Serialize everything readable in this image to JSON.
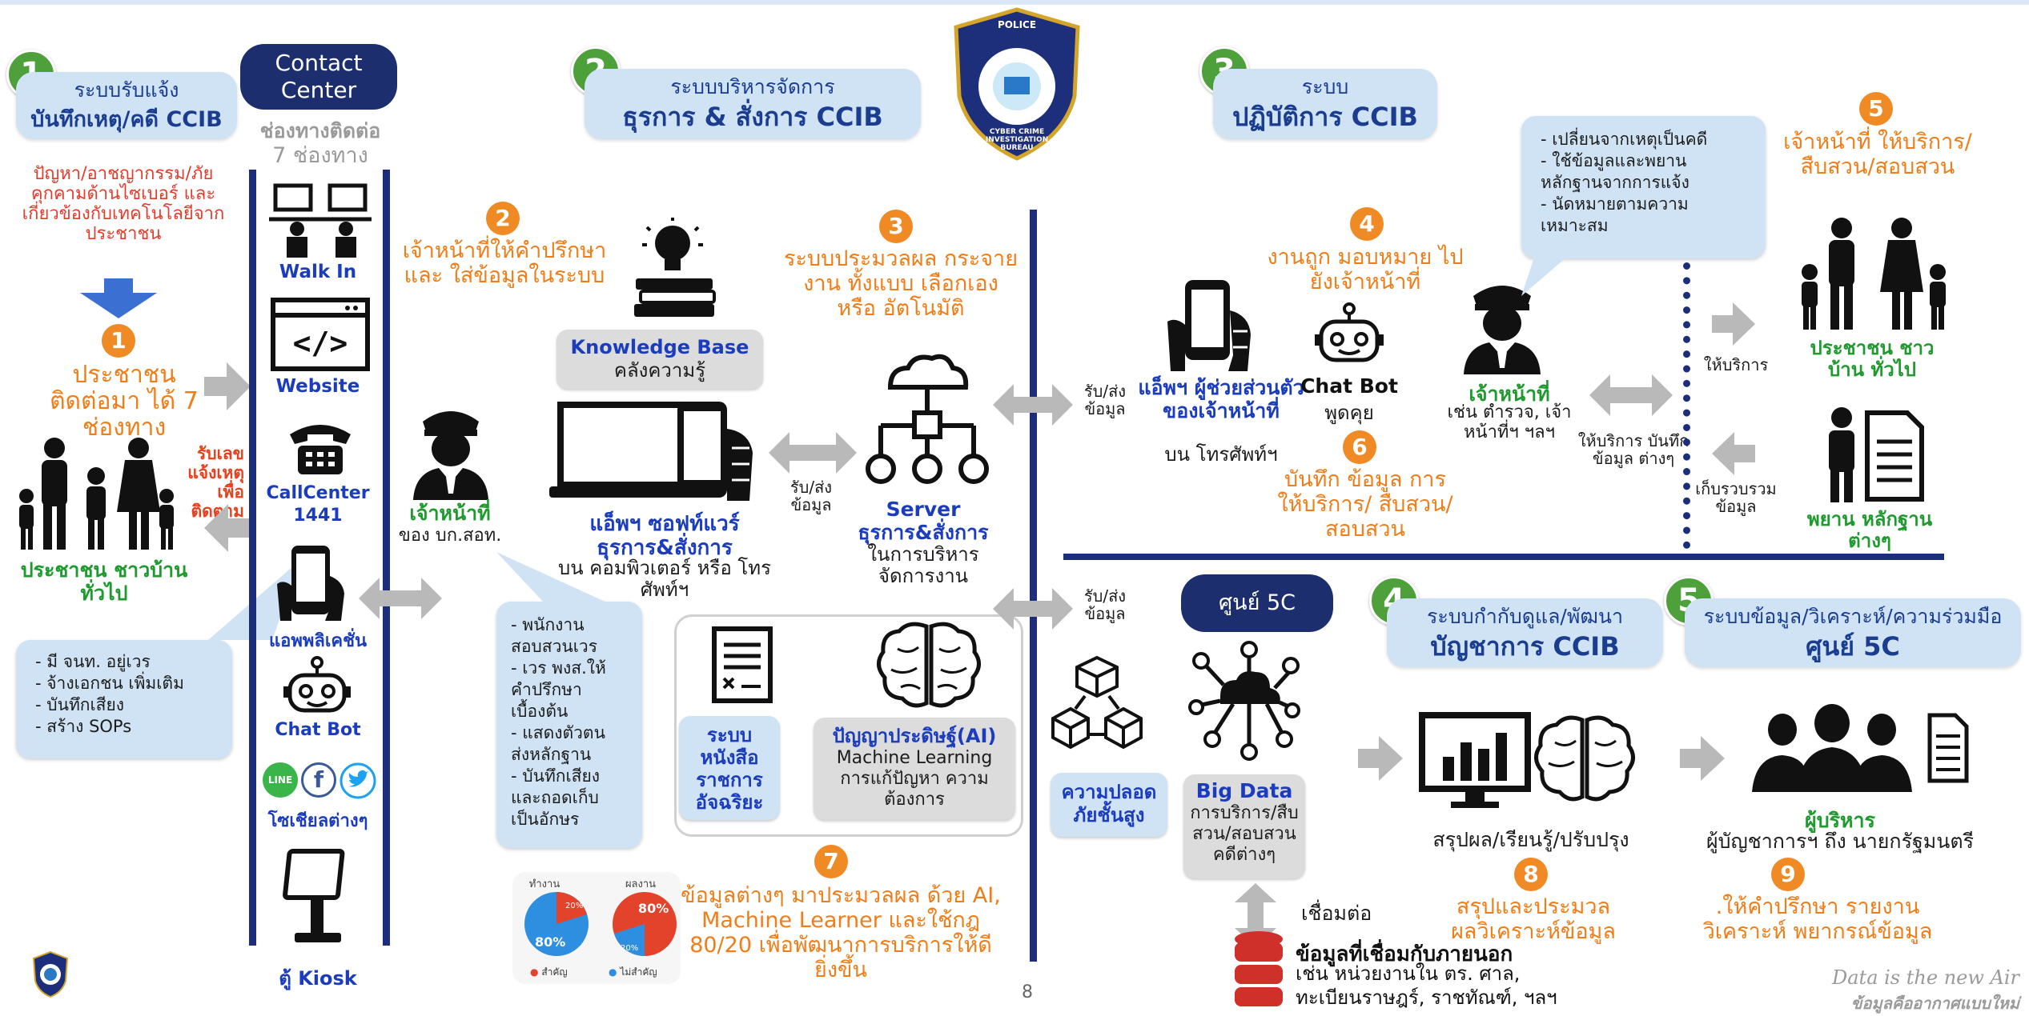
{
  "sec1": {
    "num": "1",
    "subtitle": "ระบบรับแจ้ง",
    "title": "บันทึกเหตุ/คดี CCIB"
  },
  "problem_text": "ปัญหา/อาชญากรรม/ภัยคุกคามด้านไซเบอร์ และเกี่ยวข้องกับเทคโนโลยีจากประชาชน",
  "step1": {
    "num": "1",
    "text": "ประชาชน ติดต่อมา ได้ 7 ช่องทาง"
  },
  "receive_text": "รับเลข แจ้งเหตุ เพื่อติดตาม",
  "people_left": "ประชาชน ชาวบ้าน ทั่วไป",
  "callout_left": [
    "- มี จนท. อยู่เวร",
    "- จ้างเอกชน เพิ่มเติม",
    "- บันทึกเสียง",
    "- สร้าง SOPs"
  ],
  "contact": {
    "title": "Contact Center",
    "channels_heading": "ช่องทางติดต่อ",
    "channels_count": "7 ช่องทาง"
  },
  "channels": {
    "walkin": "Walk In",
    "website": "Website",
    "callcenter": "CallCenter 1441",
    "app": "แอพพลิเคชั่น",
    "chatbot": "Chat Bot",
    "social": "โซเชียลต่างๆ",
    "kiosk": "ตู้ Kiosk",
    "line": "LINE"
  },
  "officer_left": {
    "title": "เจ้าหน้าที่",
    "sub": "ของ บก.สอท."
  },
  "callout_mid": [
    "- พนักงาน",
    "  สอบสวนเวร",
    "- เวร พงส.ให้",
    "  คำปรึกษา",
    "  เบื้องต้น",
    "- แสดงตัวตน",
    "  ส่งหลักฐาน",
    "- บันทึกเสียง",
    "  และถอดเก็บ",
    "  เป็นอักษร"
  ],
  "sec2": {
    "num": "2",
    "subtitle": "ระบบบริหารจัดการ",
    "title": "ธุรการ & สั่งการ CCIB"
  },
  "step2": {
    "num": "2",
    "text": "เจ้าหน้าที่ให้คำปรึกษา และ ใส่ข้อมูลในระบบ"
  },
  "knowledge": {
    "title": "Knowledge Base",
    "sub": "คลังความรู้"
  },
  "step3": {
    "num": "3",
    "text": "ระบบประมวลผล กระจายงาน ทั้งแบบ เลือกเอง หรือ อัตโนมัติ"
  },
  "app_soft": {
    "title": "แอ็พฯ ซอฟท์แวร์ ธุรการ&สั่งการ",
    "sub": "บน คอมพิวเตอร์ หรือ โทรศัพท์ฯ"
  },
  "send_recv": "รับ/ส่ง ข้อมูล",
  "server": {
    "title": "Server ธุรการ&สั่งการ",
    "sub": "ในการบริหาร จัดการงาน"
  },
  "doc_system": "ระบบ หนังสือ ราชการ อัจฉริยะ",
  "ai": {
    "title": "ปัญญาประดิษฐ์(AI)",
    "sub": "Machine Learning การแก้ปัญหา ความต้องการ"
  },
  "step7": {
    "num": "7",
    "text": "ข้อมูลต่างๆ มาประมวลผล ด้วย AI, Machine Learner และใช้กฎ 80/20 เพื่อพัฒนาการบริการให้ดียิ่งขึ้น"
  },
  "pie": {
    "left_title": "ทำงาน",
    "right_title": "ผลงาน",
    "left_big": "80%",
    "left_small": "20%",
    "right_big": "80%",
    "right_small": "20%",
    "legend_a": "สำคัญ",
    "legend_b": "ไม่สำคัญ"
  },
  "page_num": "8",
  "badge": {
    "line1": "POLICE",
    "line2": "CYBER CRIME",
    "line3": "INVESTIGATION BUREAU"
  },
  "sec3": {
    "num": "3",
    "subtitle": "ระบบ",
    "title": "ปฏิบัติการ CCIB"
  },
  "step4": {
    "num": "4",
    "text": "งานถูก มอบหมาย ไปยังเจ้าหน้าที่"
  },
  "assistant_app": {
    "title": "แอ็พฯ ผู้ช่วยส่วนตัว ของเจ้าหน้าที่",
    "sub": "บน โทรศัพท์ฯ"
  },
  "chatbot_right": {
    "title": "Chat Bot",
    "sub": "พูดคุย"
  },
  "officer_right": {
    "title": "เจ้าหน้าที่",
    "sub": "เช่น ตำรวจ, เจ้าหน้าที่ฯ ฯลฯ"
  },
  "callout_right": [
    "- เปลี่ยนจากเหตุเป็นคดี",
    "- ใช้ข้อมูลและพยาน",
    "  หลักฐานจากการแจ้ง",
    "- นัดหมายตามความ",
    "  เหมาะสม"
  ],
  "step6": {
    "num": "6",
    "text": "บันทึก ข้อมูล การให้บริการ/ สืบสวน/สอบสวน"
  },
  "service_record": "ให้บริการ บันทึกข้อมูล ต่างๆ",
  "service": "ให้บริการ",
  "collect": "เก็บรวบรวม ข้อมูล",
  "step5": {
    "num": "5",
    "text": "เจ้าหน้าที่ ให้บริการ/ สืบสวน/สอบสวน"
  },
  "people_right": "ประชาชน ชาวบ้าน ทั่วไป",
  "witness": "พยาน หลักฐาน ต่างๆ",
  "center5c": {
    "title": "ศูนย์ 5C"
  },
  "security": "ความปลอด ภัยชั้นสูง",
  "bigdata": {
    "title": "Big Data",
    "sub": "การบริการ/สืบ สวน/สอบสวน คดีต่างๆ"
  },
  "connect": "เชื่อมต่อ",
  "external": {
    "title": "ข้อมูลที่เชื่อมกับภายนอก",
    "sub": "เช่น หน่วยงานใน ตร. ศาล, ทะเบียนราษฎร์, ราชทัณฑ์, ฯลฯ"
  },
  "sec4": {
    "num": "4",
    "subtitle": "ระบบกำกับดูแล/พัฒนา",
    "title": "บัญชาการ CCIB"
  },
  "summary": "สรุปผล/เรียนรู้/ปรับปรุง",
  "step8": {
    "num": "8",
    "text": "สรุปและประมวล ผลวิเคราะห์ข้อมูล"
  },
  "sec5": {
    "num": "5",
    "subtitle": "ระบบข้อมูล/วิเคราะห์/ความร่วมมือ",
    "title": "ศูนย์ 5C"
  },
  "exec": {
    "title": "ผู้บริหาร",
    "sub": "ผู้บัญชาการฯ ถึง นายกรัฐมนตรี"
  },
  "step9": {
    "num": "9",
    "text": ".ให้คำปรึกษา รายงาน วิเคราะห์ พยากรณ์ข้อมูล"
  },
  "footer": {
    "line1": "Data is the new Air",
    "line2": "ข้อมูลคืออากาศแบบใหม่"
  },
  "colors": {
    "navy": "#1d2e6e",
    "green": "#4ea13a",
    "orange": "#f08a24",
    "blue_text": "#1b3dbd",
    "pill_bg": "#cfe3f5"
  }
}
